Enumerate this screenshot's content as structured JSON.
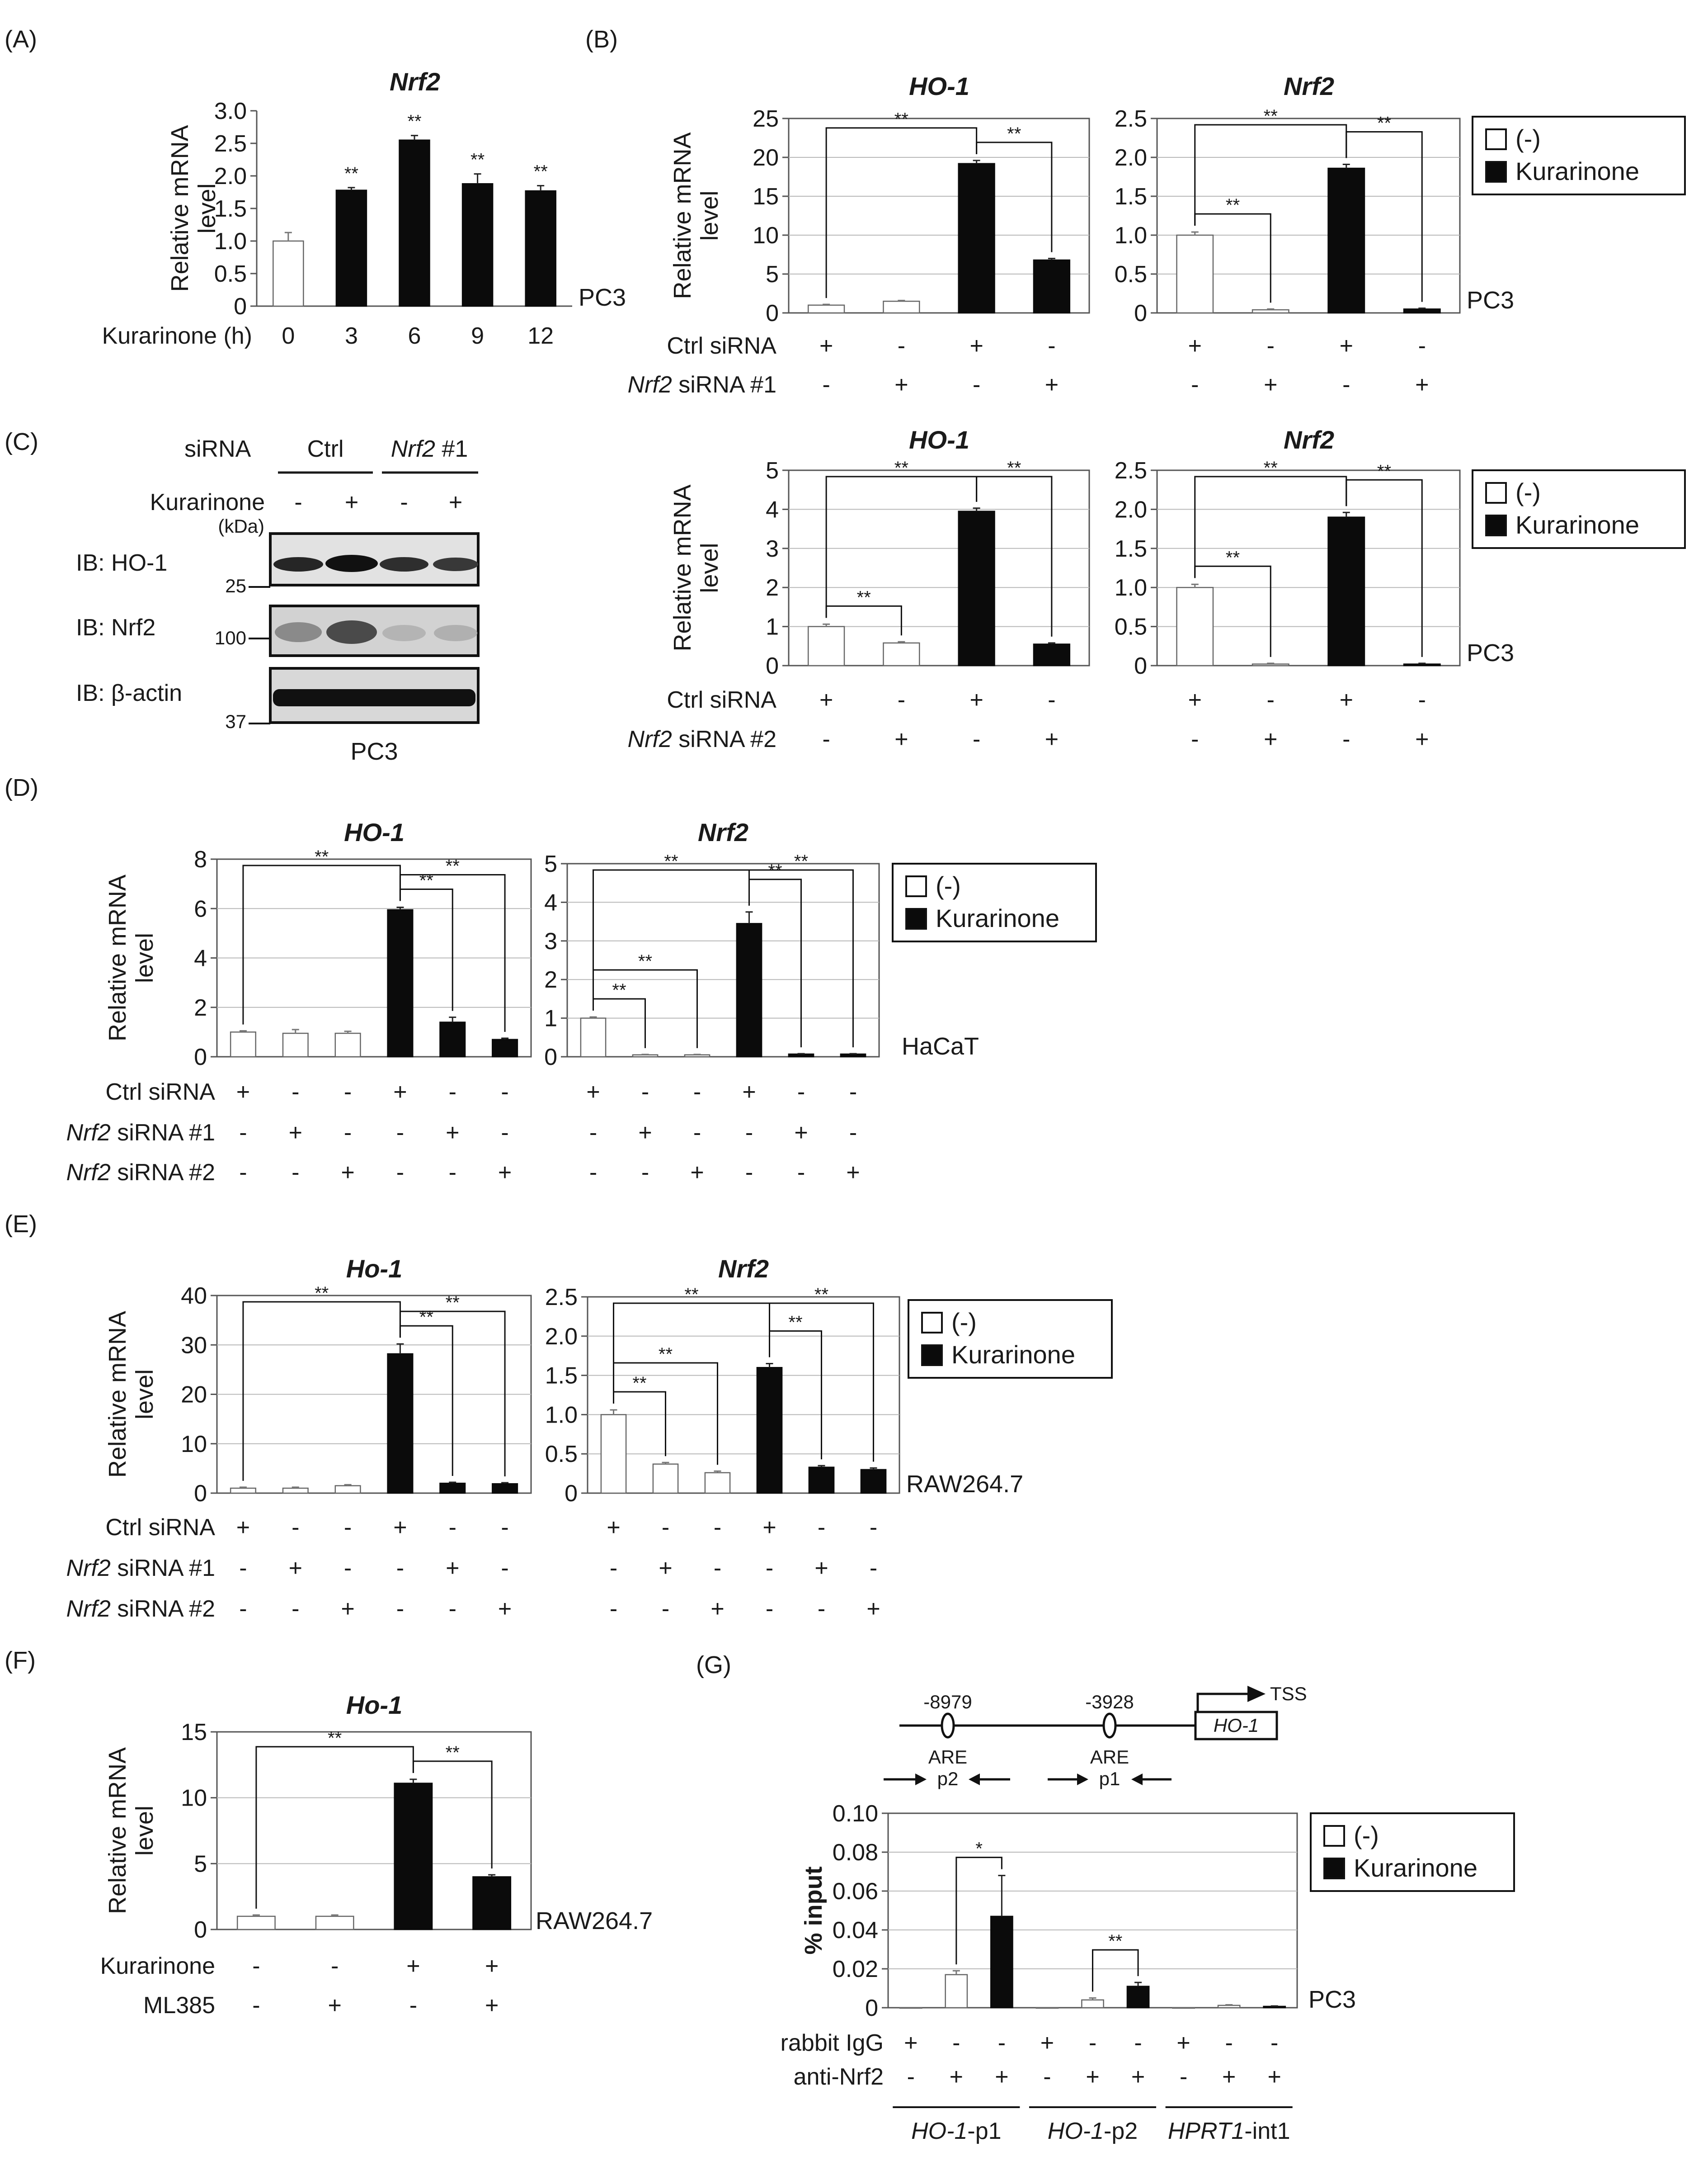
{
  "legend": {
    "neg": "(-)",
    "kur": "Kurarinone"
  },
  "blot": {
    "label": "(C)",
    "sirna_label": "siRNA",
    "ctrl_label": "Ctrl",
    "nrf2_label_italic": "Nrf2",
    "nrf2_label_rest": " #1",
    "kur_label": "Kurarinone",
    "kur_signs": [
      "-",
      "+",
      "-",
      "+"
    ],
    "kda_label": "(kDa)",
    "rows": [
      {
        "label": "IB: HO-1",
        "marker": "25"
      },
      {
        "label": "IB: Nrf2",
        "marker": "100"
      },
      {
        "label": "IB: β-actin",
        "marker": "37"
      }
    ],
    "cell_line": "PC3"
  },
  "gene_map": {
    "label": "(G)",
    "site1": "-8979",
    "site2": "-3928",
    "tss": "TSS",
    "gene": "HO-1",
    "are_label": "ARE",
    "p2_label": "p2",
    "p1_label": "p1"
  },
  "chart_data": [
    {
      "id": "A",
      "label": "(A)",
      "type": "bar",
      "title": "Nrf2",
      "ylabel": "Relative mRNA level",
      "ylim": [
        0,
        3
      ],
      "yticks": [
        "0",
        "0.5",
        "1.0",
        "1.5",
        "2.0",
        "2.5",
        "3.0"
      ],
      "grid": false,
      "x_title": "Kurarinone (h)",
      "categories": [
        "0",
        "3",
        "6",
        "9",
        "12"
      ],
      "values": [
        1.0,
        1.78,
        2.55,
        1.88,
        1.77
      ],
      "errors": [
        0.13,
        0.04,
        0.07,
        0.15,
        0.08
      ],
      "fills": [
        "white",
        "black",
        "black",
        "black",
        "black"
      ],
      "stars": [
        null,
        "**",
        "**",
        "**",
        "**"
      ],
      "cell_line": "PC3",
      "brackets": [],
      "rows": []
    },
    {
      "id": "B1a",
      "label": "(B)",
      "type": "bar",
      "title": "HO-1",
      "ylabel": "Relative mRNA level",
      "ylim": [
        0,
        25
      ],
      "yticks": [
        "0",
        "5",
        "10",
        "15",
        "20",
        "25"
      ],
      "grid": true,
      "values": [
        1.0,
        1.5,
        19.2,
        6.8
      ],
      "errors": [
        0.1,
        0.1,
        0.4,
        0.2
      ],
      "fills": [
        "white",
        "white",
        "black",
        "black"
      ],
      "brackets": [
        {
          "from": 0,
          "to": 2,
          "text": "**"
        },
        {
          "from": 2,
          "to": 3,
          "text": "**"
        }
      ],
      "rows": [
        {
          "label": "Ctrl siRNA",
          "signs": [
            "+",
            "-",
            "+",
            "-"
          ]
        },
        {
          "label_i": "Nrf2",
          "label": " siRNA #1",
          "signs": [
            "-",
            "+",
            "-",
            "+"
          ]
        }
      ]
    },
    {
      "id": "B1b",
      "type": "bar",
      "title": "Nrf2",
      "ylim": [
        0,
        2.5
      ],
      "yticks": [
        "0",
        "0.5",
        "1.0",
        "1.5",
        "2.0",
        "2.5"
      ],
      "grid": true,
      "values": [
        1.0,
        0.04,
        1.86,
        0.05
      ],
      "errors": [
        0.04,
        0.01,
        0.05,
        0.01
      ],
      "fills": [
        "white",
        "white",
        "black",
        "black"
      ],
      "brackets": [
        {
          "from": 0,
          "to": 1,
          "text": "**"
        },
        {
          "from": 0,
          "to": 2,
          "text": "**"
        },
        {
          "from": 2,
          "to": 3,
          "text": "**"
        }
      ],
      "cell_line": "PC3",
      "rows": [
        {
          "signs": [
            "+",
            "-",
            "+",
            "-"
          ]
        },
        {
          "signs": [
            "-",
            "+",
            "-",
            "+"
          ]
        }
      ]
    },
    {
      "id": "B2a",
      "type": "bar",
      "title": "HO-1",
      "ylabel": "Relative mRNA level",
      "ylim": [
        0,
        5
      ],
      "yticks": [
        "0",
        "1",
        "2",
        "3",
        "4",
        "5"
      ],
      "grid": true,
      "values": [
        1.0,
        0.58,
        3.95,
        0.55
      ],
      "errors": [
        0.06,
        0.03,
        0.08,
        0.03
      ],
      "fills": [
        "white",
        "white",
        "black",
        "black"
      ],
      "brackets": [
        {
          "from": 0,
          "to": 1,
          "text": "**"
        },
        {
          "from": 0,
          "to": 2,
          "text": "**"
        },
        {
          "from": 2,
          "to": 3,
          "text": "**"
        }
      ],
      "rows": [
        {
          "label": "Ctrl siRNA",
          "signs": [
            "+",
            "-",
            "+",
            "-"
          ]
        },
        {
          "label_i": "Nrf2",
          "label": " siRNA #2",
          "signs": [
            "-",
            "+",
            "-",
            "+"
          ]
        }
      ]
    },
    {
      "id": "B2b",
      "type": "bar",
      "title": "Nrf2",
      "ylim": [
        0,
        2.5
      ],
      "yticks": [
        "0",
        "0.5",
        "1.0",
        "1.5",
        "2.0",
        "2.5"
      ],
      "grid": true,
      "values": [
        1.0,
        0.02,
        1.9,
        0.02
      ],
      "errors": [
        0.04,
        0.01,
        0.06,
        0.01
      ],
      "fills": [
        "white",
        "white",
        "black",
        "black"
      ],
      "brackets": [
        {
          "from": 0,
          "to": 1,
          "text": "**"
        },
        {
          "from": 0,
          "to": 2,
          "text": "**"
        },
        {
          "from": 2,
          "to": 3,
          "text": "**"
        }
      ],
      "cell_line": "PC3",
      "rows": [
        {
          "signs": [
            "+",
            "-",
            "+",
            "-"
          ]
        },
        {
          "signs": [
            "-",
            "+",
            "-",
            "+"
          ]
        }
      ]
    },
    {
      "id": "Da",
      "label": "(D)",
      "type": "bar",
      "title": "HO-1",
      "ylabel": "Relative mRNA level",
      "ylim": [
        0,
        8
      ],
      "yticks": [
        "0",
        "2",
        "4",
        "6",
        "8"
      ],
      "grid": true,
      "values": [
        1.0,
        0.95,
        0.95,
        5.95,
        1.4,
        0.7
      ],
      "errors": [
        0.05,
        0.15,
        0.08,
        0.1,
        0.2,
        0.05
      ],
      "fills": [
        "white",
        "white",
        "white",
        "black",
        "black",
        "black"
      ],
      "brackets": [
        {
          "from": 0,
          "to": 3,
          "text": "**"
        },
        {
          "from": 3,
          "to": 4,
          "text": "**"
        },
        {
          "from": 3,
          "to": 5,
          "text": "**"
        }
      ],
      "rows": [
        {
          "label": "Ctrl siRNA",
          "signs": [
            "+",
            "-",
            "-",
            "+",
            "-",
            "-"
          ]
        },
        {
          "label_i": "Nrf2",
          "label": " siRNA #1",
          "signs": [
            "-",
            "+",
            "-",
            "-",
            "+",
            "-"
          ]
        },
        {
          "label_i": "Nrf2",
          "label": " siRNA #2",
          "signs": [
            "-",
            "-",
            "+",
            "-",
            "-",
            "+"
          ]
        }
      ]
    },
    {
      "id": "Db",
      "type": "bar",
      "title": "Nrf2",
      "ylim": [
        0,
        5
      ],
      "yticks": [
        "0",
        "1",
        "2",
        "3",
        "4",
        "5"
      ],
      "grid": true,
      "values": [
        1.0,
        0.05,
        0.05,
        3.45,
        0.07,
        0.07
      ],
      "errors": [
        0.03,
        0.01,
        0.01,
        0.3,
        0.01,
        0.01
      ],
      "fills": [
        "white",
        "white",
        "white",
        "black",
        "black",
        "black"
      ],
      "brackets": [
        {
          "from": 0,
          "to": 1,
          "text": "**"
        },
        {
          "from": 0,
          "to": 2,
          "text": "**"
        },
        {
          "from": 0,
          "to": 3,
          "text": "**"
        },
        {
          "from": 3,
          "to": 4,
          "text": "**"
        },
        {
          "from": 3,
          "to": 5,
          "text": "**"
        }
      ],
      "cell_line": "HaCaT",
      "rows": [
        {
          "signs": [
            "+",
            "-",
            "-",
            "+",
            "-",
            "-"
          ]
        },
        {
          "signs": [
            "-",
            "+",
            "-",
            "-",
            "+",
            "-"
          ]
        },
        {
          "signs": [
            "-",
            "-",
            "+",
            "-",
            "-",
            "+"
          ]
        }
      ]
    },
    {
      "id": "Ea",
      "label": "(E)",
      "type": "bar",
      "title": "Ho-1",
      "ylabel": "Relative mRNA level",
      "ylim": [
        0,
        40
      ],
      "yticks": [
        "0",
        "10",
        "20",
        "30",
        "40"
      ],
      "grid": true,
      "values": [
        1.0,
        1.0,
        1.5,
        28.2,
        2.0,
        1.9
      ],
      "errors": [
        0.2,
        0.2,
        0.2,
        2.0,
        0.2,
        0.2
      ],
      "fills": [
        "white",
        "white",
        "white",
        "black",
        "black",
        "black"
      ],
      "brackets": [
        {
          "from": 0,
          "to": 3,
          "text": "**"
        },
        {
          "from": 3,
          "to": 4,
          "text": "**"
        },
        {
          "from": 3,
          "to": 5,
          "text": "**"
        }
      ],
      "rows": [
        {
          "label": "Ctrl siRNA",
          "signs": [
            "+",
            "-",
            "-",
            "+",
            "-",
            "-"
          ]
        },
        {
          "label_i": "Nrf2",
          "label": " siRNA #1",
          "signs": [
            "-",
            "+",
            "-",
            "-",
            "+",
            "-"
          ]
        },
        {
          "label_i": "Nrf2",
          "label": " siRNA #2",
          "signs": [
            "-",
            "-",
            "+",
            "-",
            "-",
            "+"
          ]
        }
      ]
    },
    {
      "id": "Eb",
      "type": "bar",
      "title": "Nrf2",
      "ylim": [
        0,
        2.5
      ],
      "yticks": [
        "0",
        "0.5",
        "1.0",
        "1.5",
        "2.0",
        "2.5"
      ],
      "grid": true,
      "values": [
        1.0,
        0.37,
        0.26,
        1.6,
        0.33,
        0.3
      ],
      "errors": [
        0.06,
        0.02,
        0.02,
        0.05,
        0.02,
        0.02
      ],
      "fills": [
        "white",
        "white",
        "white",
        "black",
        "black",
        "black"
      ],
      "brackets": [
        {
          "from": 0,
          "to": 1,
          "text": "**"
        },
        {
          "from": 0,
          "to": 2,
          "text": "**"
        },
        {
          "from": 0,
          "to": 3,
          "text": "**"
        },
        {
          "from": 3,
          "to": 4,
          "text": "**"
        },
        {
          "from": 3,
          "to": 5,
          "text": "**"
        }
      ],
      "cell_line": "RAW264.7",
      "rows": [
        {
          "signs": [
            "+",
            "-",
            "-",
            "+",
            "-",
            "-"
          ]
        },
        {
          "signs": [
            "-",
            "+",
            "-",
            "-",
            "+",
            "-"
          ]
        },
        {
          "signs": [
            "-",
            "-",
            "+",
            "-",
            "-",
            "+"
          ]
        }
      ]
    },
    {
      "id": "F",
      "label": "(F)",
      "type": "bar",
      "title": "Ho-1",
      "ylabel": "Relative mRNA level",
      "ylim": [
        0,
        15
      ],
      "yticks": [
        "0",
        "5",
        "10",
        "15"
      ],
      "grid": true,
      "values": [
        1.0,
        1.0,
        11.1,
        4.0
      ],
      "errors": [
        0.1,
        0.1,
        0.3,
        0.15
      ],
      "fills": [
        "white",
        "white",
        "black",
        "black"
      ],
      "brackets": [
        {
          "from": 0,
          "to": 2,
          "text": "**"
        },
        {
          "from": 2,
          "to": 3,
          "text": "**"
        }
      ],
      "cell_line": "RAW264.7",
      "rows": [
        {
          "label": "Kurarinone",
          "signs": [
            "-",
            "-",
            "+",
            "+"
          ]
        },
        {
          "label": "ML385",
          "signs": [
            "-",
            "+",
            "-",
            "+"
          ]
        }
      ]
    },
    {
      "id": "G",
      "type": "bar",
      "ylabel": "% input",
      "ylim": [
        0,
        0.1
      ],
      "yticks": [
        "0",
        "0.02",
        "0.04",
        "0.06",
        "0.08",
        "0.10"
      ],
      "grid": true,
      "values": [
        0.0,
        0.017,
        0.047,
        0.0,
        0.004,
        0.011,
        0.0,
        0.0012,
        0.0007
      ],
      "errors": [
        0.0,
        0.002,
        0.021,
        0.0,
        0.001,
        0.002,
        0.0,
        0.0003,
        0.0002
      ],
      "fills": [
        "white",
        "white",
        "black",
        "white",
        "white",
        "black",
        "white",
        "white",
        "black"
      ],
      "brackets": [
        {
          "from": 1,
          "to": 2,
          "text": "*"
        },
        {
          "from": 4,
          "to": 5,
          "text": "**"
        }
      ],
      "cell_line": "PC3",
      "rows": [
        {
          "label": "rabbit IgG",
          "signs": [
            "+",
            "-",
            "-",
            "+",
            "-",
            "-",
            "+",
            "-",
            "-"
          ]
        },
        {
          "label": "anti-Nrf2",
          "signs": [
            "-",
            "+",
            "+",
            "-",
            "+",
            "+",
            "-",
            "+",
            "+"
          ]
        }
      ],
      "groups": [
        {
          "italic": "HO-1",
          "rest": "-p1"
        },
        {
          "italic": "HO-1",
          "rest": "-p2"
        },
        {
          "italic": "HPRT1",
          "rest": "-int1"
        }
      ]
    }
  ]
}
